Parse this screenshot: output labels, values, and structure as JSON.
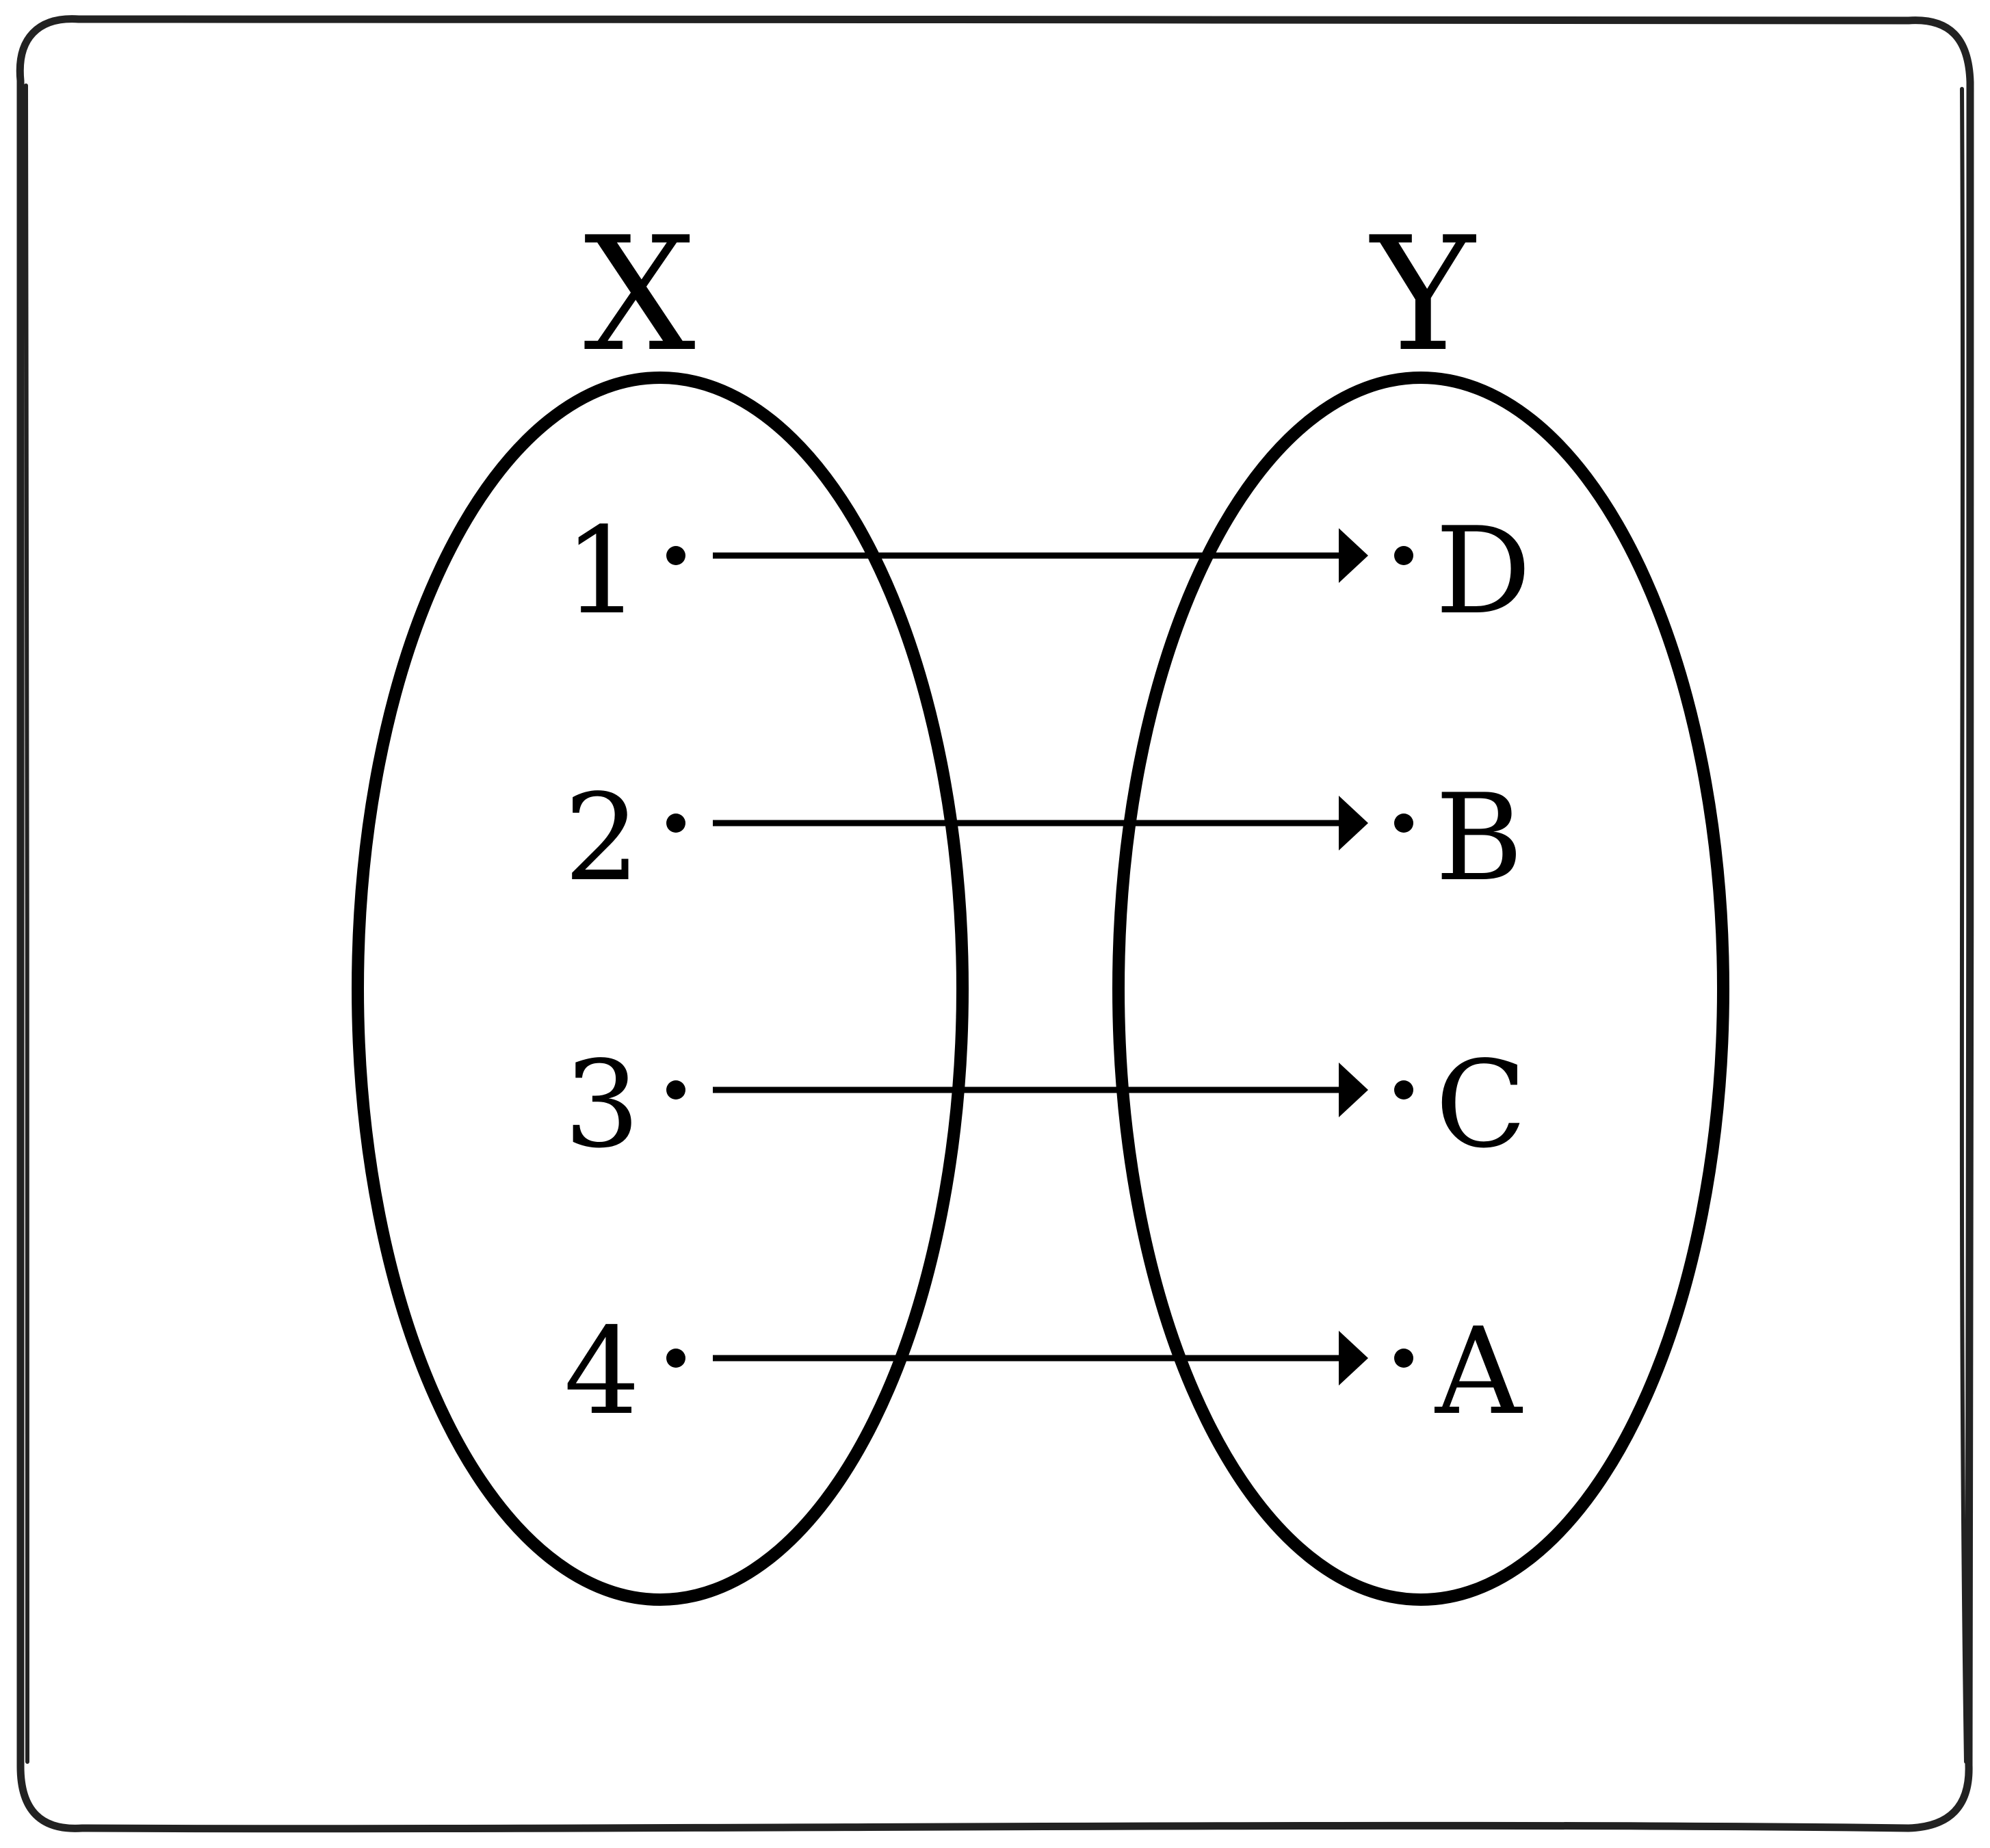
{
  "colors": {
    "frame": "#222222",
    "ink": "#000000",
    "background": "#ffffff"
  },
  "sets": {
    "x": {
      "label": "X",
      "elements": [
        "1",
        "2",
        "3",
        "4"
      ]
    },
    "y": {
      "label": "Y",
      "elements": [
        "D",
        "B",
        "C",
        "A"
      ]
    }
  },
  "mappings": [
    {
      "from": "1",
      "to": "D"
    },
    {
      "from": "2",
      "to": "B"
    },
    {
      "from": "3",
      "to": "C"
    },
    {
      "from": "4",
      "to": "A"
    }
  ]
}
